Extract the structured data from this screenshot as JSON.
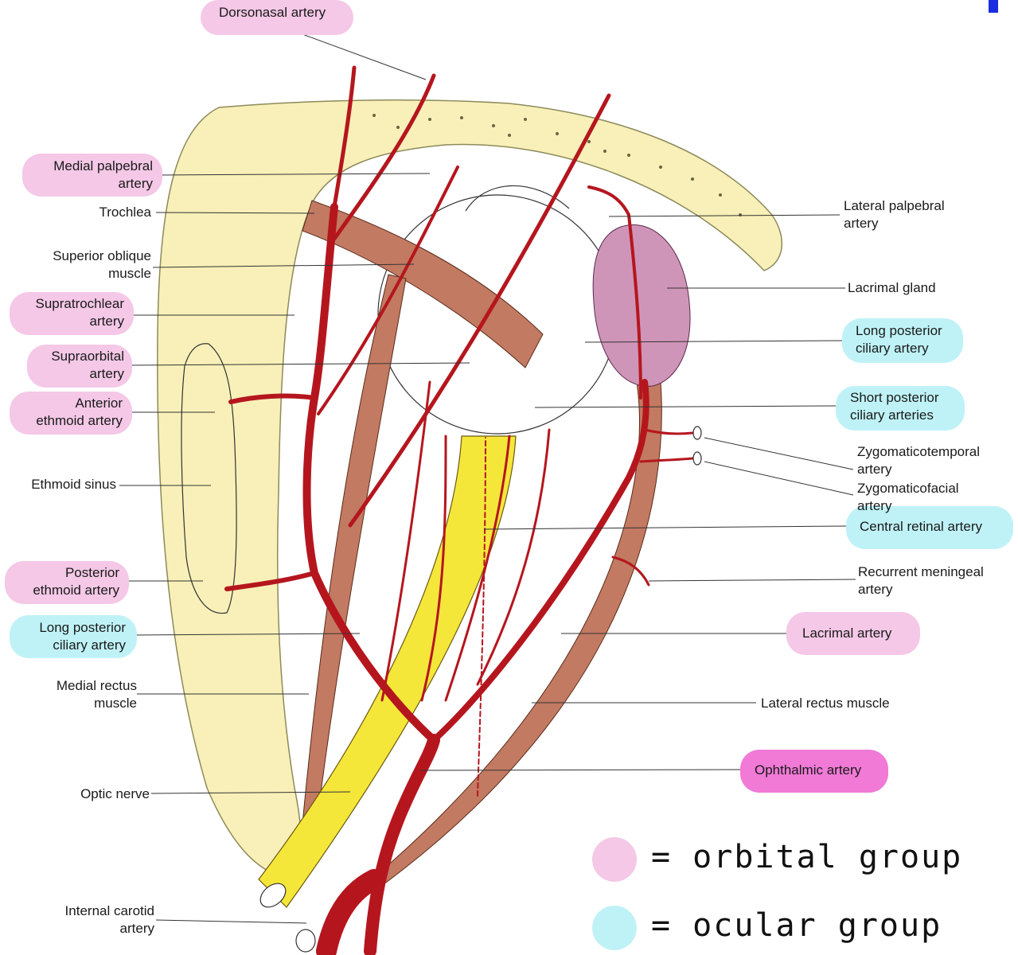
{
  "colors": {
    "orbital": "#f4c8e6",
    "ocular": "#bff2f6",
    "ophthalmic": "#f07ad6",
    "bone": "#f8f0b8",
    "artery": "#b5161e",
    "muscle": "#c27a62",
    "nerve": "#f5e63a",
    "gland": "#cf95b8",
    "corner": "#1a2ce0"
  },
  "labels": {
    "dorsonasal": "Dorsonasal artery",
    "medial_palpebral": "Medial palpebral\nartery",
    "trochlea": "Trochlea",
    "superior_oblique": "Superior oblique\nmuscle",
    "supratrochlear": "Supratrochlear\nartery",
    "supraorbital": "Supraorbital\nartery",
    "anterior_ethmoid": "Anterior\nethmoid artery",
    "ethmoid_sinus": "Ethmoid sinus",
    "posterior_ethmoid": "Posterior\nethmoid artery",
    "long_posterior_ciliary_left": "Long posterior\nciliary artery",
    "medial_rectus": "Medial rectus\nmuscle",
    "optic_nerve": "Optic nerve",
    "internal_carotid": "Internal carotid\nartery",
    "lateral_palpebral": "Lateral palpebral\nartery",
    "lacrimal_gland": "Lacrimal gland",
    "long_posterior_ciliary_right": "Long posterior\nciliary artery",
    "short_posterior_ciliary": "Short posterior\nciliary arteries",
    "zygomaticotemporal": "Zygomaticotemporal\nartery",
    "zygomaticofacial": "Zygomaticofacial\nartery",
    "central_retinal": "Central retinal artery",
    "recurrent_meningeal": "Recurrent meningeal\nartery",
    "lacrimal_artery": "Lacrimal artery",
    "lateral_rectus": "Lateral rectus muscle",
    "ophthalmic": "Ophthalmic artery"
  },
  "legend": {
    "orbital": "= orbital group",
    "ocular": "= ocular group"
  }
}
